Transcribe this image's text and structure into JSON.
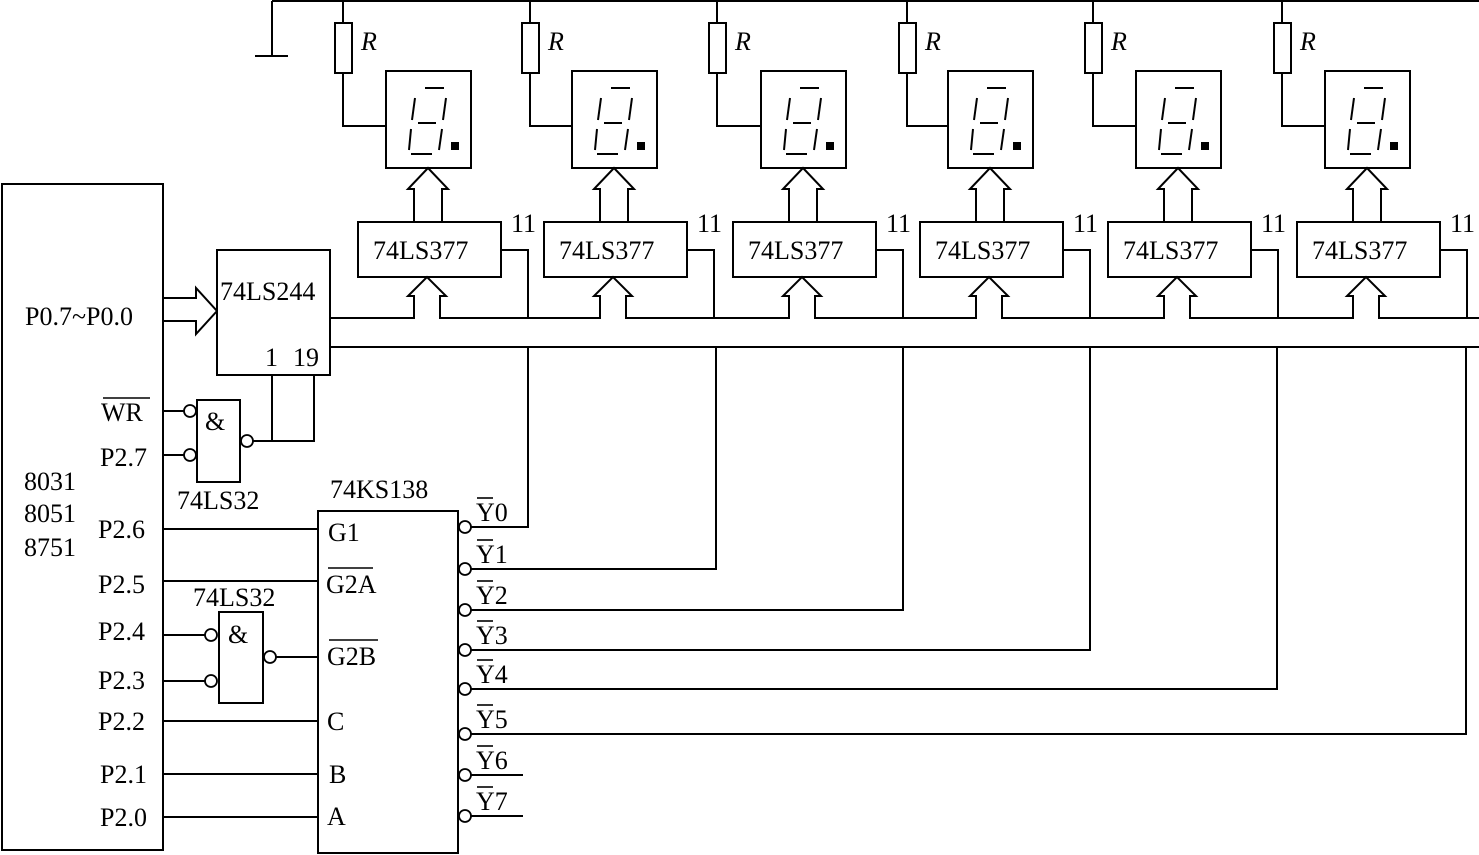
{
  "mcu": {
    "names": [
      "8031",
      "8051",
      "8751"
    ],
    "port0_label": "P0.7~P0.0",
    "wr_label": "WR",
    "pins": {
      "p27": "P2.7",
      "p26": "P2.6",
      "p25": "P2.5",
      "p24": "P2.4",
      "p23": "P2.3",
      "p22": "P2.2",
      "p21": "P2.1",
      "p20": "P2.0"
    }
  },
  "buffer": {
    "name": "74LS244",
    "pin1": "1",
    "pin19": "19"
  },
  "gate_top": {
    "name": "74LS32",
    "symbol": "&"
  },
  "gate_bottom": {
    "name": "74LS32",
    "symbol": "&"
  },
  "decoder": {
    "name": "74KS138",
    "inputs": {
      "g1": "G1",
      "g2a": "G2A",
      "g2b": "G2B",
      "c": "C",
      "b": "B",
      "a": "A"
    },
    "outputs": [
      "Y0",
      "Y1",
      "Y2",
      "Y3",
      "Y4",
      "Y5",
      "Y6",
      "Y7"
    ]
  },
  "display_units": [
    {
      "latch": "74LS377",
      "clock_pin": "11",
      "resistor": "R"
    },
    {
      "latch": "74LS377",
      "clock_pin": "11",
      "resistor": "R"
    },
    {
      "latch": "74LS377",
      "clock_pin": "11",
      "resistor": "R"
    },
    {
      "latch": "74LS377",
      "clock_pin": "11",
      "resistor": "R"
    },
    {
      "latch": "74LS377",
      "clock_pin": "11",
      "resistor": "R"
    },
    {
      "latch": "74LS377",
      "clock_pin": "11",
      "resistor": "R"
    }
  ]
}
